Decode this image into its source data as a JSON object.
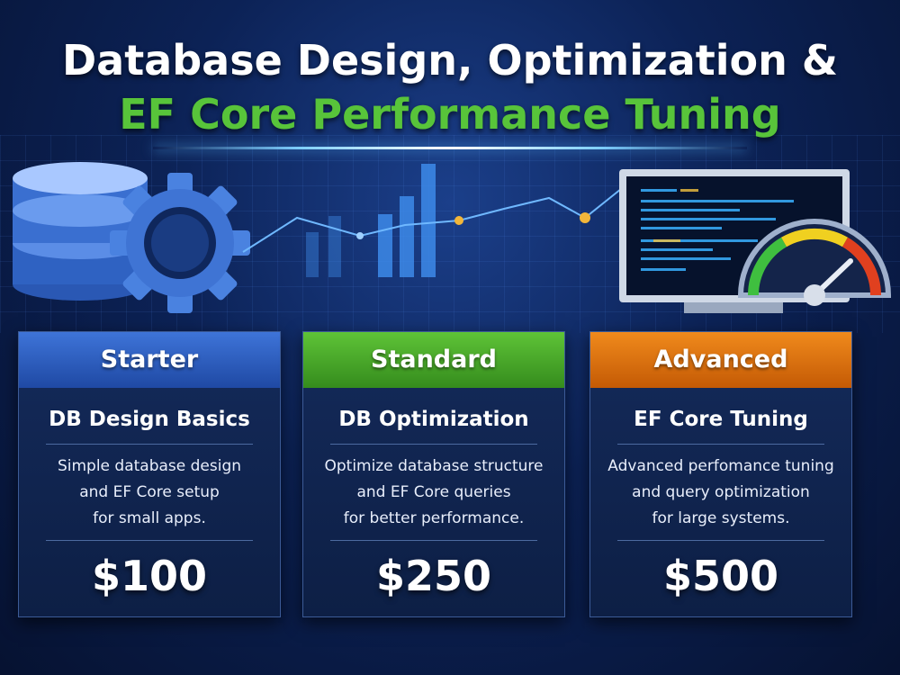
{
  "title": {
    "line1": "Database Design, Optimization &",
    "line2": "EF Core Performance Tuning"
  },
  "colors": {
    "accent_green": "#58c43a",
    "starter_blue": "#2d5fc4",
    "standard_green": "#46a82a",
    "advanced_orange": "#e0760f",
    "background_navy": "#0c2256"
  },
  "hero": {
    "icons": [
      "database-icon",
      "gear-icon",
      "bar-chart-icon",
      "monitor-icon",
      "speedometer-icon"
    ]
  },
  "plans": [
    {
      "tier": "Starter",
      "name": "DB Design Basics",
      "description": [
        "Simple database design",
        "and EF Core setup",
        "for small apps."
      ],
      "price": "$100"
    },
    {
      "tier": "Standard",
      "name": "DB Optimization",
      "description": [
        "Optimize database structure",
        "and EF Core queries",
        "for better performance."
      ],
      "price": "$250"
    },
    {
      "tier": "Advanced",
      "name": "EF Core Tuning",
      "description": [
        "Advanced perfomance tuning",
        "and query optimization",
        "for large systems."
      ],
      "price": "$500"
    }
  ]
}
